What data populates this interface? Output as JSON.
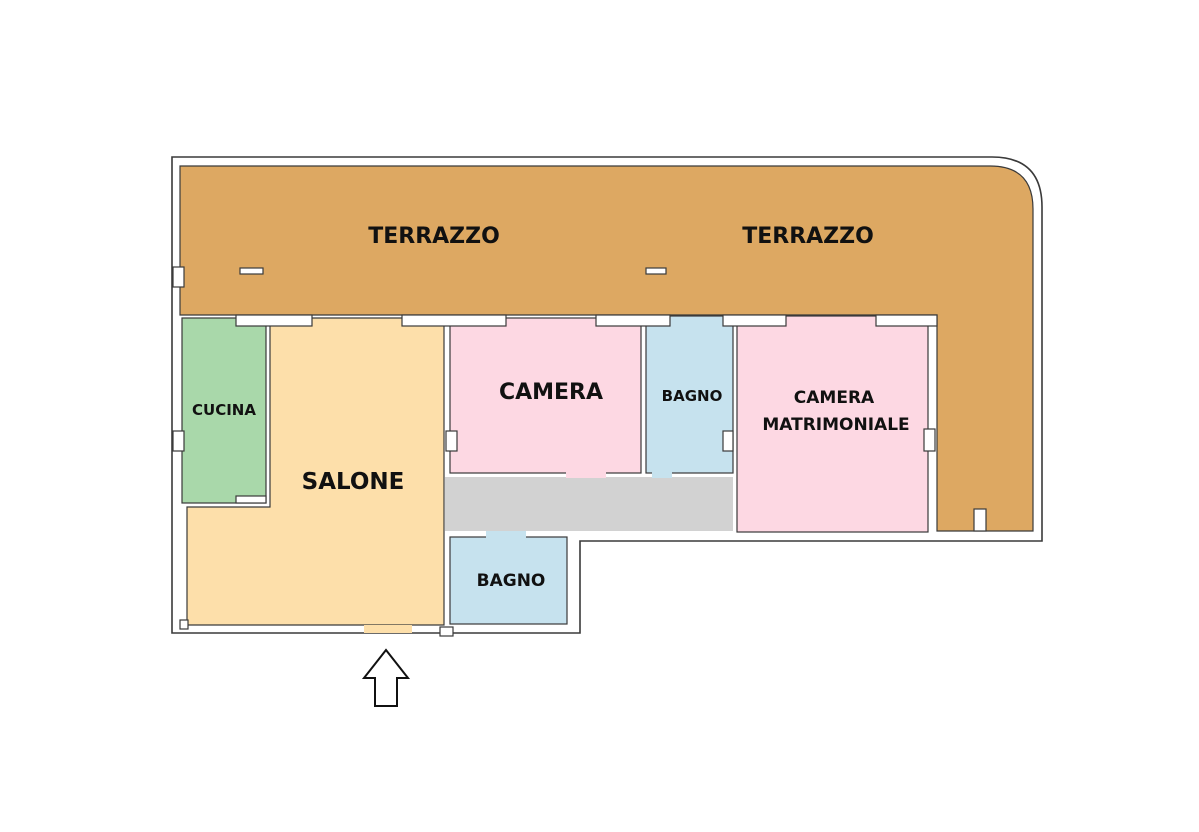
{
  "plan": {
    "rooms": {
      "terrazzo_left": "TERRAZZO",
      "terrazzo_right": "TERRAZZO",
      "cucina": "CUCINA",
      "salone": "SALONE",
      "camera": "CAMERA",
      "bagno_top": "BAGNO",
      "camera_matrimoniale_line1": "CAMERA",
      "camera_matrimoniale_line2": "MATRIMONIALE",
      "bagno_bottom": "BAGNO"
    },
    "colors": {
      "terrazzo": "#DDA862",
      "cucina": "#A9D8AA",
      "salone": "#FDDFAA",
      "camera": "#FDD8E3",
      "bagno": "#C6E2EE",
      "corridoio": "#D2D2D2",
      "wall_line": "#3a3a3a"
    },
    "entrance_icon": "arrow-up-outline-icon"
  }
}
